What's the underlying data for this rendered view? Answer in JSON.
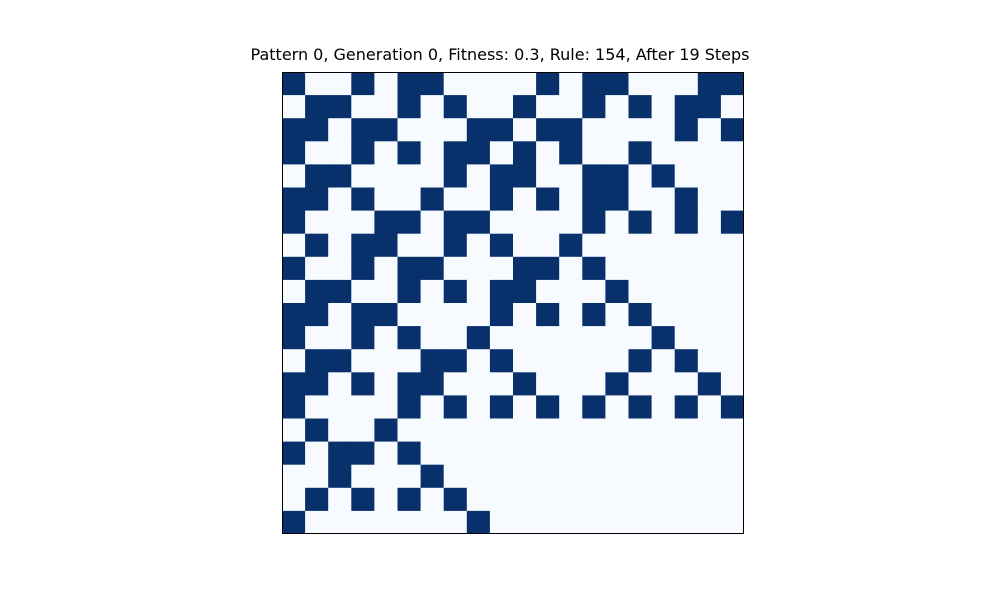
{
  "chart_data": {
    "type": "heatmap",
    "title": "Pattern 0, Generation 0, Fitness: 0.3, Rule: 154, After 19 Steps",
    "xlabel": "",
    "ylabel": "",
    "axes_ticks": "none",
    "colormap": "Blues",
    "colors": {
      "on": "#08306b",
      "off": "#f7fbff",
      "frame": "#000000"
    },
    "rows": 20,
    "cols": 20,
    "cells": [
      [
        1,
        0,
        0,
        1,
        0,
        1,
        1,
        0,
        0,
        0,
        0,
        1,
        0,
        1,
        1,
        0,
        0,
        0,
        1,
        1
      ],
      [
        0,
        1,
        1,
        0,
        0,
        1,
        0,
        1,
        0,
        0,
        1,
        0,
        0,
        1,
        0,
        1,
        0,
        1,
        1,
        0
      ],
      [
        1,
        1,
        0,
        1,
        1,
        0,
        0,
        0,
        1,
        1,
        0,
        1,
        1,
        0,
        0,
        0,
        0,
        1,
        0,
        1
      ],
      [
        1,
        0,
        0,
        1,
        0,
        1,
        0,
        1,
        1,
        0,
        1,
        0,
        1,
        0,
        0,
        1,
        0,
        0,
        0,
        0
      ],
      [
        0,
        1,
        1,
        0,
        0,
        0,
        0,
        1,
        0,
        1,
        1,
        0,
        0,
        1,
        1,
        0,
        1,
        0,
        0,
        0
      ],
      [
        1,
        1,
        0,
        1,
        0,
        0,
        1,
        0,
        0,
        1,
        0,
        1,
        0,
        1,
        1,
        0,
        0,
        1,
        0,
        0
      ],
      [
        1,
        0,
        0,
        0,
        1,
        1,
        0,
        1,
        1,
        0,
        0,
        0,
        0,
        1,
        0,
        1,
        0,
        1,
        0,
        1
      ],
      [
        0,
        1,
        0,
        1,
        1,
        0,
        0,
        1,
        0,
        1,
        0,
        0,
        1,
        0,
        0,
        0,
        0,
        0,
        0,
        0
      ],
      [
        1,
        0,
        0,
        1,
        0,
        1,
        1,
        0,
        0,
        0,
        1,
        1,
        0,
        1,
        0,
        0,
        0,
        0,
        0,
        0
      ],
      [
        0,
        1,
        1,
        0,
        0,
        1,
        0,
        1,
        0,
        1,
        1,
        0,
        0,
        0,
        1,
        0,
        0,
        0,
        0,
        0
      ],
      [
        1,
        1,
        0,
        1,
        1,
        0,
        0,
        0,
        0,
        1,
        0,
        1,
        0,
        1,
        0,
        1,
        0,
        0,
        0,
        0
      ],
      [
        1,
        0,
        0,
        1,
        0,
        1,
        0,
        0,
        1,
        0,
        0,
        0,
        0,
        0,
        0,
        0,
        1,
        0,
        0,
        0
      ],
      [
        0,
        1,
        1,
        0,
        0,
        0,
        1,
        1,
        0,
        1,
        0,
        0,
        0,
        0,
        0,
        1,
        0,
        1,
        0,
        0
      ],
      [
        1,
        1,
        0,
        1,
        0,
        1,
        1,
        0,
        0,
        0,
        1,
        0,
        0,
        0,
        1,
        0,
        0,
        0,
        1,
        0
      ],
      [
        1,
        0,
        0,
        0,
        0,
        1,
        0,
        1,
        0,
        1,
        0,
        1,
        0,
        1,
        0,
        1,
        0,
        1,
        0,
        1
      ],
      [
        0,
        1,
        0,
        0,
        1,
        0,
        0,
        0,
        0,
        0,
        0,
        0,
        0,
        0,
        0,
        0,
        0,
        0,
        0,
        0
      ],
      [
        1,
        0,
        1,
        1,
        0,
        1,
        0,
        0,
        0,
        0,
        0,
        0,
        0,
        0,
        0,
        0,
        0,
        0,
        0,
        0
      ],
      [
        0,
        0,
        1,
        0,
        0,
        0,
        1,
        0,
        0,
        0,
        0,
        0,
        0,
        0,
        0,
        0,
        0,
        0,
        0,
        0
      ],
      [
        0,
        1,
        0,
        1,
        0,
        1,
        0,
        1,
        0,
        0,
        0,
        0,
        0,
        0,
        0,
        0,
        0,
        0,
        0,
        0
      ],
      [
        1,
        0,
        0,
        0,
        0,
        0,
        0,
        0,
        1,
        0,
        0,
        0,
        0,
        0,
        0,
        0,
        0,
        0,
        0,
        0
      ]
    ]
  }
}
